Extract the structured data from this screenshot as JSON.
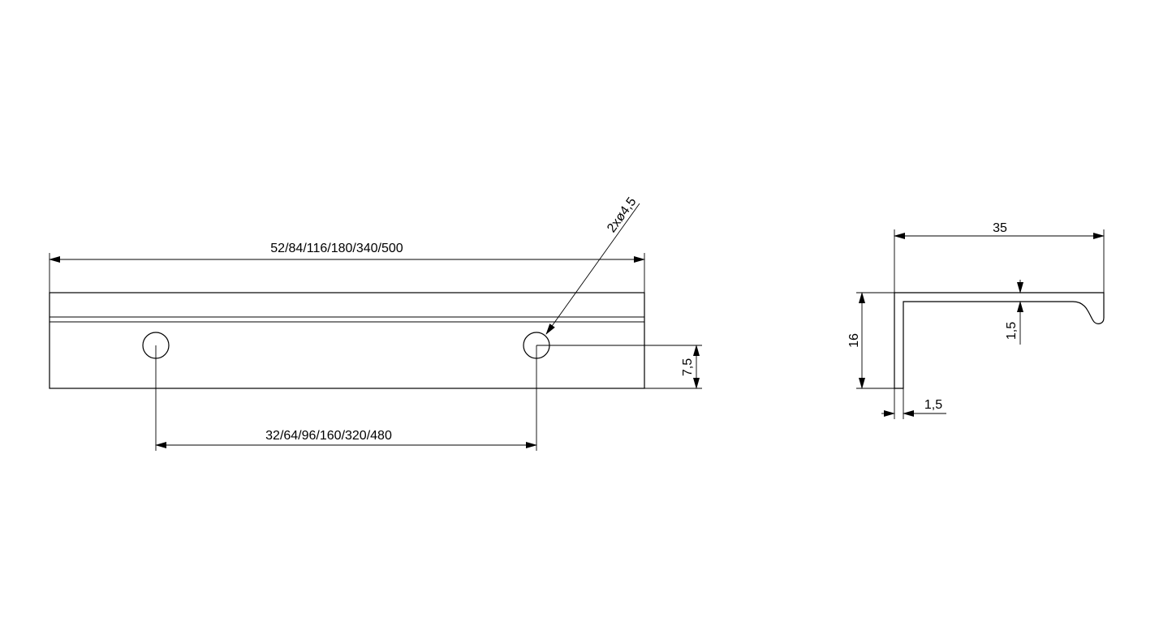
{
  "front_view": {
    "overall_length_label": "52/84/116/180/340/500",
    "hole_spacing_label": "32/64/96/160/320/480",
    "hole_label": "2xø4,5",
    "hole_height_label": "7,5"
  },
  "side_view": {
    "depth_label": "35",
    "height_label": "16",
    "top_thickness_label": "1,5",
    "wall_thickness_label": "1,5"
  }
}
